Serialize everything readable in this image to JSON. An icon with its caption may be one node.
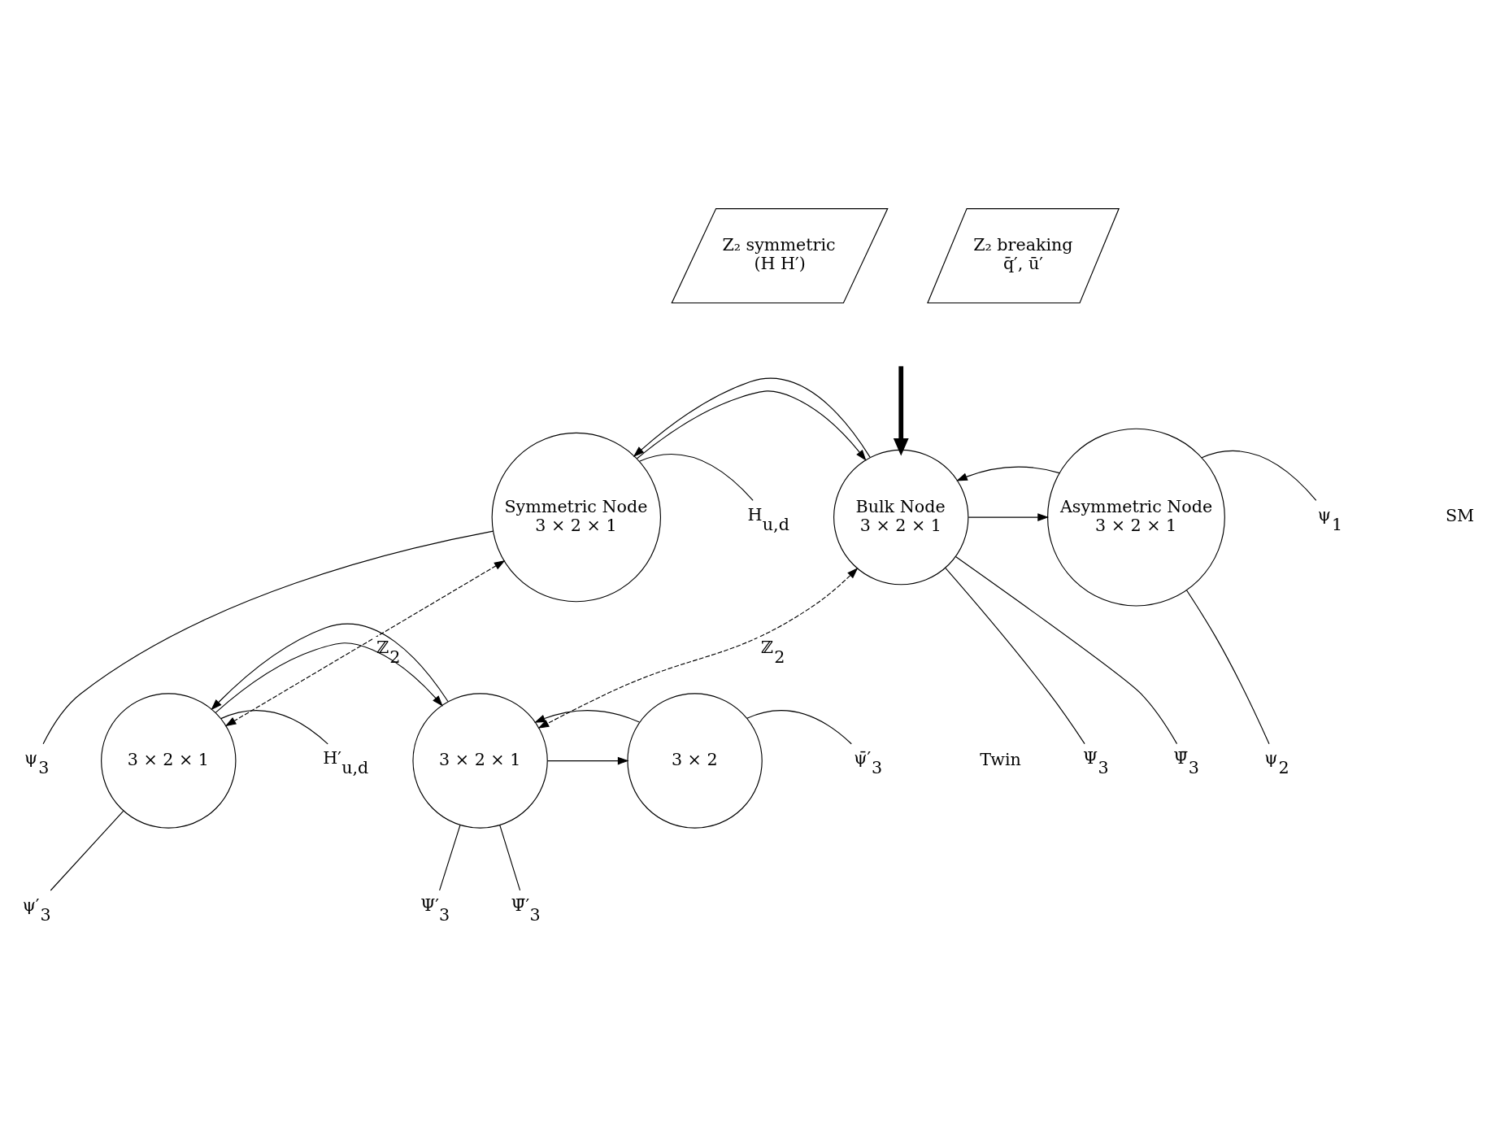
{
  "diagram": {
    "nodes": [
      {
        "text": [
          "Z₂ symmetric",
          "(H H′)"
        ]
      },
      {
        "text": [
          "Z₂ breaking",
          "q̄′, ū′"
        ]
      },
      {
        "text": [
          "Symmetric Node",
          "3 × 2 × 1"
        ]
      },
      {
        "text": [
          "Bulk Node",
          "3 × 2 × 1"
        ]
      },
      {
        "text": [
          "Asymmetric Node",
          "3 × 2 × 1"
        ]
      },
      {
        "text": [
          "3 × 2 × 1"
        ]
      },
      {
        "text": [
          "3 × 2 × 1"
        ]
      },
      {
        "text": [
          "3 × 2"
        ]
      },
      {
        "text": [
          "H$_{u,d}$"
        ]
      },
      {
        "text": [
          "ψ$_{3}$"
        ]
      },
      {
        "text": [
          "Ψ$_{3}$"
        ]
      },
      {
        "text": [
          "Ψ̄$_{3}$"
        ]
      },
      {
        "text": [
          "ψ$_{1}$"
        ]
      },
      {
        "text": [
          "ψ$_{2}$"
        ]
      },
      {
        "text": [
          "H′$_{u,d}$"
        ]
      },
      {
        "text": [
          "ψ′$_{3}$"
        ]
      },
      {
        "text": [
          "Ψ′$_{3}$"
        ]
      },
      {
        "text": [
          "Ψ̄′$_{3}$"
        ]
      },
      {
        "text": [
          "ψ̄′$_{3}$"
        ]
      }
    ],
    "edges": [
      {
        "from": null,
        "to": 3,
        "arrow": "to",
        "style": "thick"
      },
      {
        "from": 2,
        "to": 3,
        "arrow": "to"
      },
      {
        "from": 3,
        "to": 2,
        "arrow": "to"
      },
      {
        "from": 3,
        "to": 4,
        "arrow": "to"
      },
      {
        "from": 4,
        "to": 3,
        "arrow": "to"
      },
      {
        "from": 5,
        "to": 6,
        "arrow": "to"
      },
      {
        "from": 6,
        "to": 5,
        "arrow": "to"
      },
      {
        "from": 6,
        "to": 7,
        "arrow": "to"
      },
      {
        "from": 7,
        "to": 6,
        "arrow": "to"
      },
      {
        "from": 2,
        "to": 5,
        "arrow": "both",
        "style": "dashed",
        "label": "ℤ$_{2}$"
      },
      {
        "from": 3,
        "to": 6,
        "arrow": "both",
        "style": "dashed",
        "label": "ℤ$_{2}$"
      },
      {
        "from": 2,
        "to": 8,
        "arrow": "none"
      },
      {
        "from": 2,
        "to": 9,
        "arrow": "none"
      },
      {
        "from": 3,
        "to": 10,
        "arrow": "none"
      },
      {
        "from": 3,
        "to": 11,
        "arrow": "none"
      },
      {
        "from": 4,
        "to": 12,
        "arrow": "none"
      },
      {
        "from": 4,
        "to": 13,
        "arrow": "none"
      },
      {
        "from": 5,
        "to": 14,
        "arrow": "none"
      },
      {
        "from": 5,
        "to": 15,
        "arrow": "none"
      },
      {
        "from": 6,
        "to": 16,
        "arrow": "none"
      },
      {
        "from": 6,
        "to": 17,
        "arrow": "none"
      },
      {
        "from": 7,
        "to": 18,
        "arrow": "none"
      }
    ],
    "labels": [
      "SM",
      "Twin"
    ]
  }
}
